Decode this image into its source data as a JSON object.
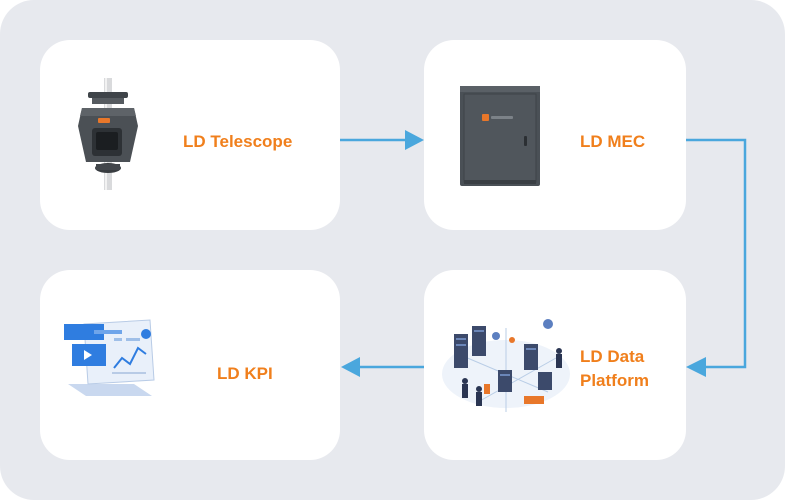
{
  "nodes": {
    "telescope": {
      "label": "LD Telescope"
    },
    "mec": {
      "label": "LD MEC"
    },
    "data_platform": {
      "label": "LD Data Platform"
    },
    "kpi": {
      "label": "LD KPI"
    }
  },
  "colors": {
    "background": "#e7e9ee",
    "card": "#ffffff",
    "label": "#f07f1c",
    "arrow": "#4aa7dd"
  },
  "icons": {
    "telescope": "telescope-device-icon",
    "mec": "mec-cabinet-icon",
    "data_platform": "data-platform-icon",
    "kpi": "kpi-dashboard-icon"
  }
}
